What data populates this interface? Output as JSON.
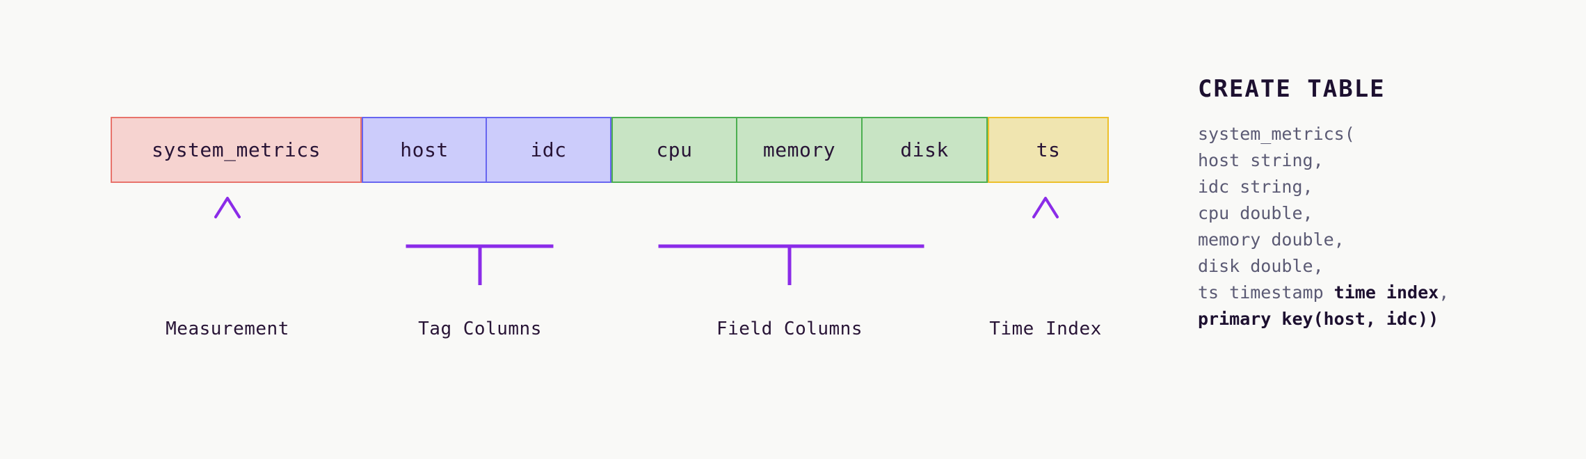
{
  "theme": {
    "background": "#f9f9f7",
    "text_dark": "#281436",
    "accent_purple": "#8a2be2",
    "measurement_fill": "#f6d3d0",
    "measurement_border": "#e8736b",
    "tag_fill": "#ccccfb",
    "tag_border": "#6765f0",
    "field_fill": "#c8e4c4",
    "field_border": "#4caf50",
    "time_fill": "#f0e5b0",
    "time_border": "#edc02a",
    "code_text": "#5b5a74",
    "code_bold": "#1d1030"
  },
  "diagram": {
    "groups": [
      {
        "id": "measurement",
        "cells": [
          {
            "label": "system_metrics"
          }
        ],
        "annotation": {
          "type": "arrow",
          "caption": "Measurement"
        }
      },
      {
        "id": "tag-columns",
        "cells": [
          {
            "label": "host"
          },
          {
            "label": "idc"
          }
        ],
        "annotation": {
          "type": "bracket",
          "caption": "Tag Columns"
        }
      },
      {
        "id": "field-columns",
        "cells": [
          {
            "label": "cpu"
          },
          {
            "label": "memory"
          },
          {
            "label": "disk"
          }
        ],
        "annotation": {
          "type": "bracket",
          "caption": "Field Columns"
        }
      },
      {
        "id": "time-index",
        "cells": [
          {
            "label": "ts"
          }
        ],
        "annotation": {
          "type": "arrow",
          "caption": "Time Index"
        }
      }
    ],
    "captions": {
      "measurement": "Measurement",
      "tag_columns": "Tag Columns",
      "field_columns": "Field Columns",
      "time_index": "Time Index"
    }
  },
  "code_panel": {
    "title": "CREATE TABLE",
    "lines": [
      {
        "segments": [
          {
            "text": "system_metrics(",
            "bold": false
          }
        ]
      },
      {
        "segments": [
          {
            "text": "host string,",
            "bold": false
          }
        ]
      },
      {
        "segments": [
          {
            "text": "idc string,",
            "bold": false
          }
        ]
      },
      {
        "segments": [
          {
            "text": "cpu double,",
            "bold": false
          }
        ]
      },
      {
        "segments": [
          {
            "text": "memory double,",
            "bold": false
          }
        ]
      },
      {
        "segments": [
          {
            "text": "disk double,",
            "bold": false
          }
        ]
      },
      {
        "segments": [
          {
            "text": "ts timestamp ",
            "bold": false
          },
          {
            "text": "time index",
            "bold": true
          },
          {
            "text": ",",
            "bold": false
          }
        ]
      },
      {
        "segments": [
          {
            "text": "primary key(host, idc))",
            "bold": true
          }
        ]
      }
    ],
    "full_text": "CREATE TABLE system_metrics(host string, idc string, cpu double, memory double, disk double, ts timestamp time index, primary key(host, idc))"
  }
}
